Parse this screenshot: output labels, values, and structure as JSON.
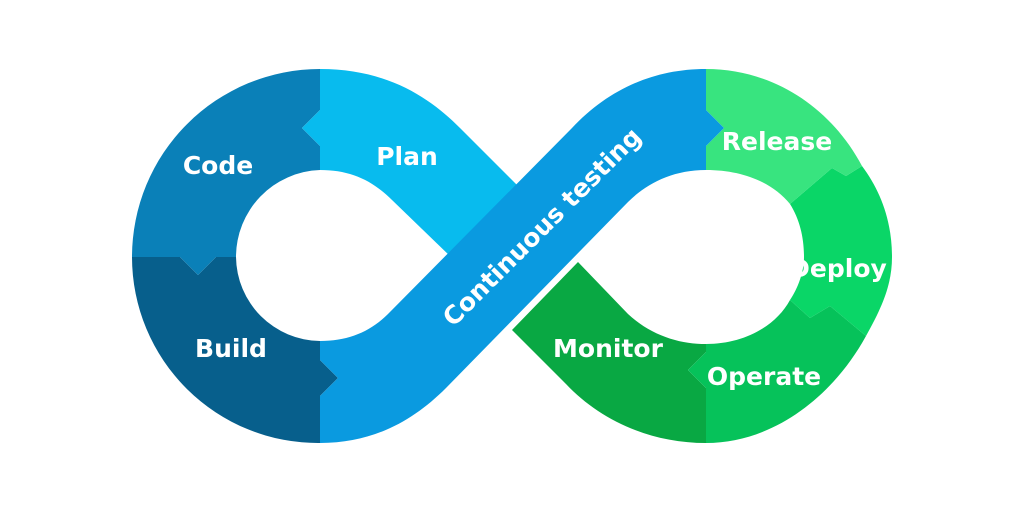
{
  "labels": {
    "code": "Code",
    "plan": "Plan",
    "build": "Build",
    "continuous_testing": "Continuous testing",
    "monitor": "Monitor",
    "release": "Release",
    "deploy": "Deploy",
    "operate": "Operate"
  },
  "colors": {
    "code": "#0a80b8",
    "plan": "#08bbee",
    "build": "#075f8c",
    "continuous_testing": "#0a9ae0",
    "monitor": "#09a843",
    "release": "#38e47f",
    "deploy": "#0ad667",
    "operate": "#06c25a"
  }
}
